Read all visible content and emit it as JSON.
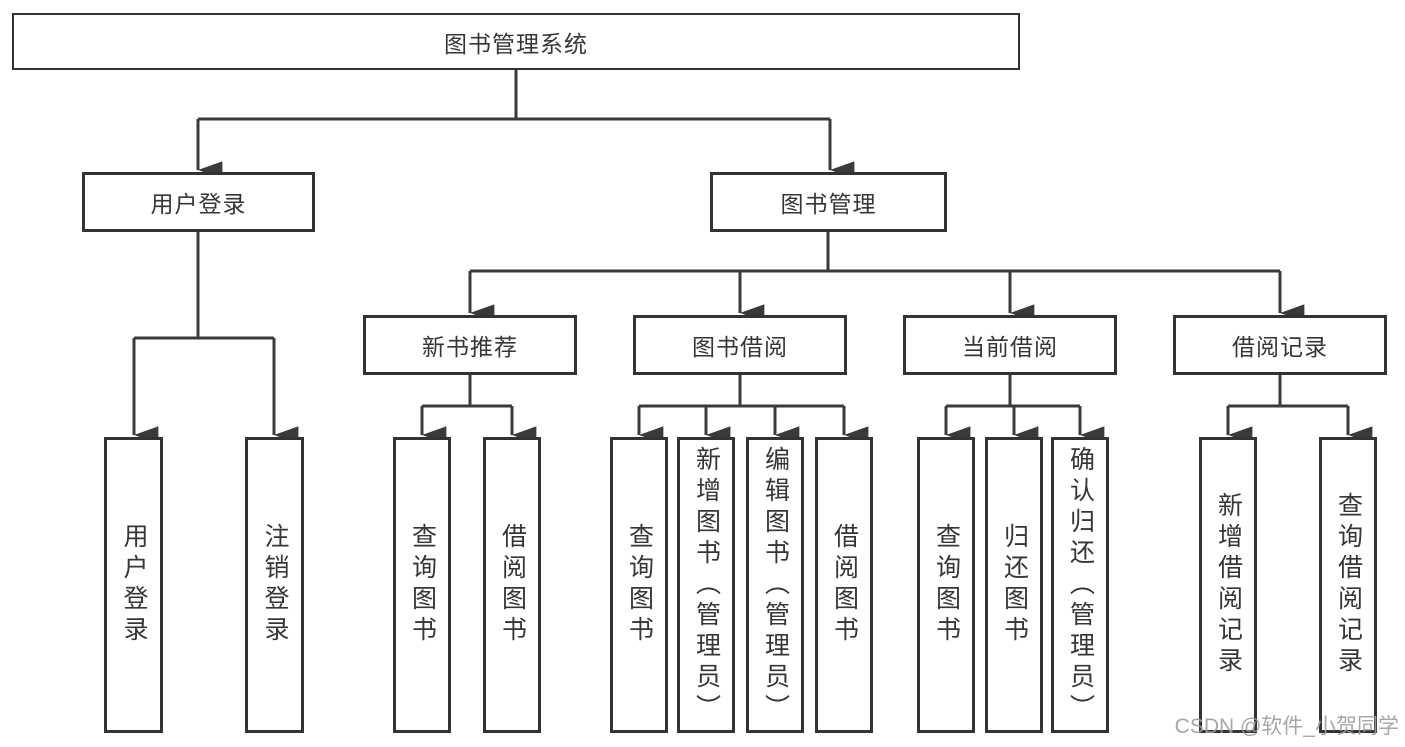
{
  "diagram": {
    "root": {
      "label": "图书管理系统"
    },
    "level2": {
      "user_login": {
        "label": "用户登录"
      },
      "book_management": {
        "label": "图书管理"
      }
    },
    "level3": {
      "new_book_recommend": {
        "label": "新书推荐"
      },
      "book_borrow": {
        "label": "图书借阅"
      },
      "current_borrow": {
        "label": "当前借阅"
      },
      "borrow_record": {
        "label": "借阅记录"
      }
    },
    "leaves": {
      "user_login_children": [
        "用户登录",
        "注销登录"
      ],
      "new_book_children": [
        "查询图书",
        "借阅图书"
      ],
      "book_borrow_children": [
        "查询图书",
        "新增图书（管理员）",
        "编辑图书（管理员）",
        "借阅图书"
      ],
      "current_borrow_children": [
        "查询图书",
        "归还图书",
        "确认归还（管理员）"
      ],
      "borrow_record_children": [
        "新增借阅记录",
        "查询借阅记录"
      ]
    }
  },
  "watermark": "CSDN @软件_小贺同学",
  "colors": {
    "line": "#3a3a3a",
    "box_border": "#333333",
    "text": "#363636",
    "watermark": "#9e9e9e",
    "background": "#ffffff"
  }
}
